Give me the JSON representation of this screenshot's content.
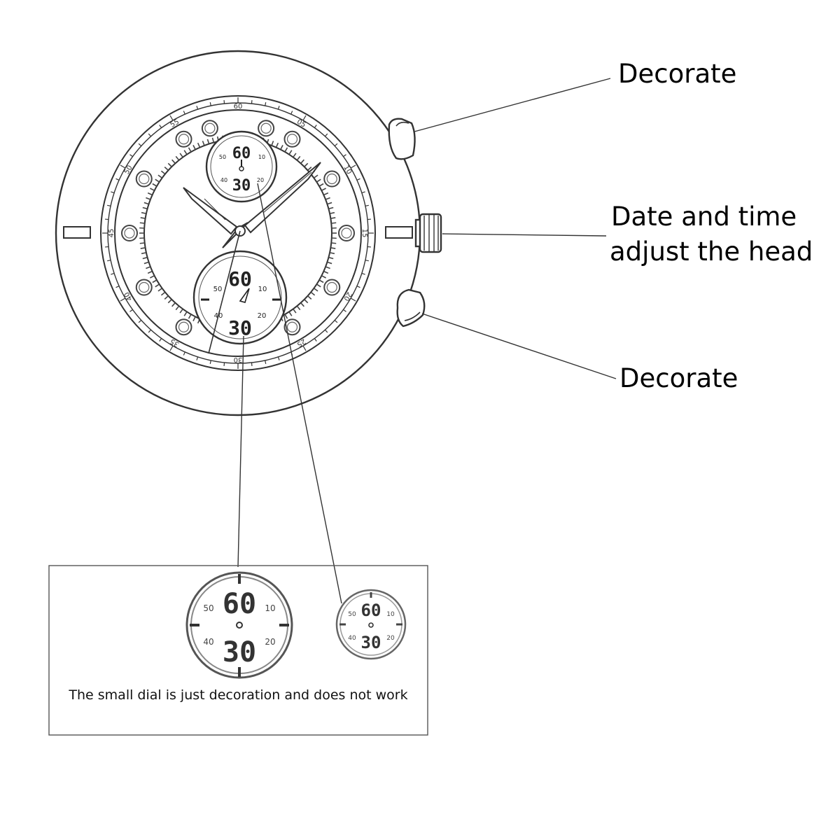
{
  "callouts": {
    "upper_button": "Decorate",
    "crown_line1": "Date and time",
    "crown_line2": "adjust the head",
    "lower_button": "Decorate"
  },
  "inset": {
    "caption": "The small dial is just decoration and does not work"
  },
  "bezel_numbers": [
    "60",
    "05",
    "10",
    "15",
    "20",
    "25",
    "30",
    "35",
    "40",
    "45",
    "50",
    "55"
  ],
  "subdial_upper": {
    "top": "60",
    "bottom": "30",
    "left_top": "50",
    "right_top": "10",
    "left_bottom": "40",
    "right_bottom": "20"
  },
  "subdial_lower": {
    "top": "60",
    "bottom": "30",
    "left_top": "50",
    "right_top": "10",
    "left_bottom": "40",
    "right_bottom": "20"
  },
  "colors": {
    "line": "#000000",
    "sketch": "#333333",
    "accent_fill": "#e8e8e8"
  }
}
